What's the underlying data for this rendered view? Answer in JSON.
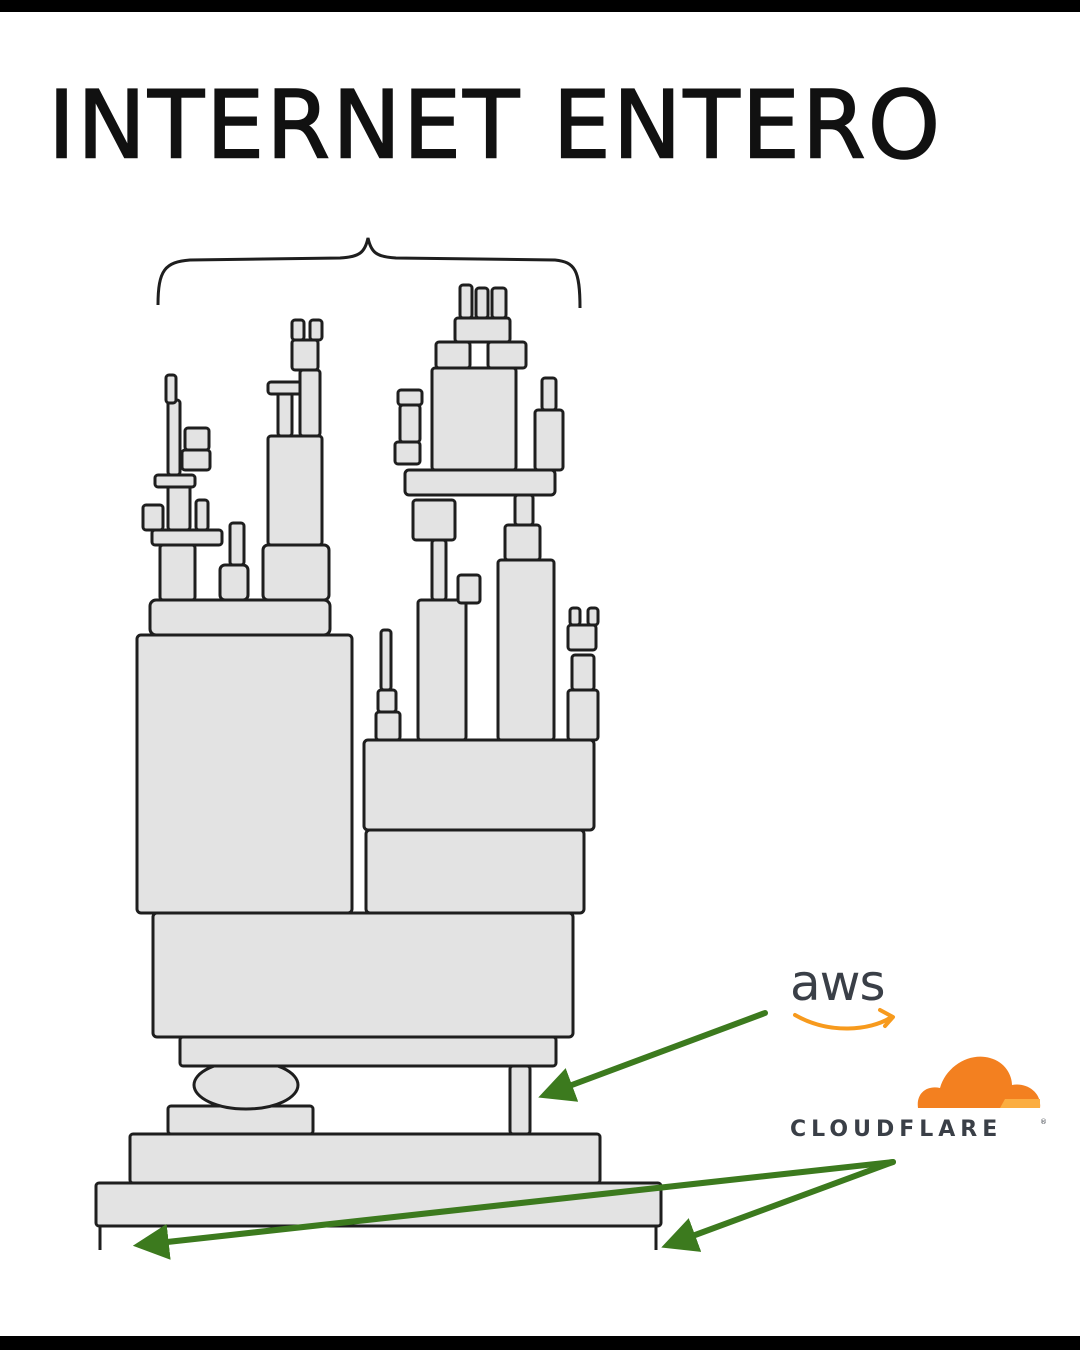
{
  "title": "INTERNET ENTERO",
  "logos": {
    "aws": {
      "label": "aws",
      "smile_color": "#f79a1d"
    },
    "cloudflare": {
      "label": "CLOUDFLARE",
      "mark": "®",
      "cloud_color": "#f38020"
    }
  },
  "colors": {
    "block_fill": "#e3e3e3",
    "block_stroke": "#1e1e1e",
    "arrow": "#3c7a1e",
    "frame_bars": "#000000"
  },
  "icons": [
    "brace",
    "block-tower",
    "aws-logo",
    "cloudflare-logo",
    "arrow"
  ]
}
